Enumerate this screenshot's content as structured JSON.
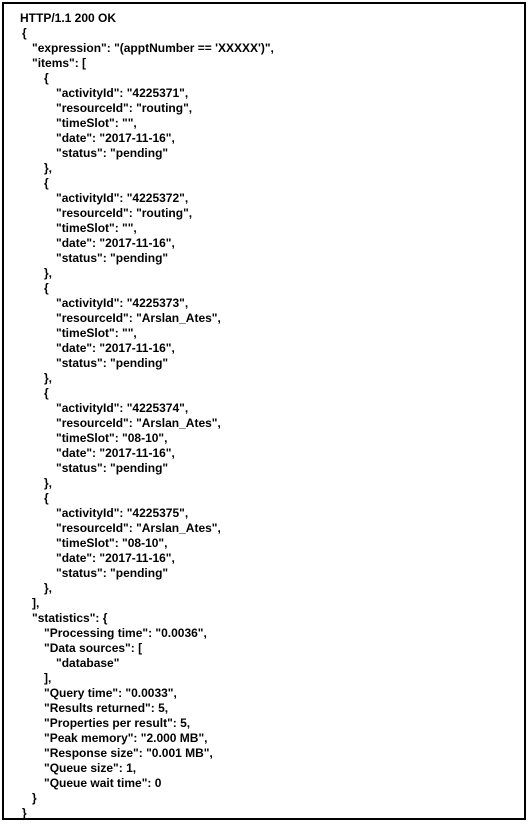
{
  "document": {
    "lines": [
      {
        "indent": 0,
        "text": "HTTP/1.1 200 OK"
      },
      {
        "indent": 1,
        "text": "{"
      },
      {
        "indent": 2,
        "text": "\"expression\": \"(apptNumber == 'XXXXX')\","
      },
      {
        "indent": 2,
        "text": "\"items\": ["
      },
      {
        "indent": 3,
        "text": "{"
      },
      {
        "indent": 4,
        "text": "\"activityId\": \"4225371\","
      },
      {
        "indent": 4,
        "text": "\"resourceId\": \"routing\","
      },
      {
        "indent": 4,
        "text": "\"timeSlot\": \"\","
      },
      {
        "indent": 4,
        "text": "\"date\": \"2017-11-16\","
      },
      {
        "indent": 4,
        "text": "\"status\": \"pending\""
      },
      {
        "indent": 3,
        "text": "},"
      },
      {
        "indent": 3,
        "text": "{"
      },
      {
        "indent": 4,
        "text": "\"activityId\": \"4225372\","
      },
      {
        "indent": 4,
        "text": "\"resourceId\": \"routing\","
      },
      {
        "indent": 4,
        "text": "\"timeSlot\": \"\","
      },
      {
        "indent": 4,
        "text": "\"date\": \"2017-11-16\","
      },
      {
        "indent": 4,
        "text": "\"status\": \"pending\""
      },
      {
        "indent": 3,
        "text": "},"
      },
      {
        "indent": 3,
        "text": "{"
      },
      {
        "indent": 4,
        "text": "\"activityId\": \"4225373\","
      },
      {
        "indent": 4,
        "text": "\"resourceId\": \"Arslan_Ates\","
      },
      {
        "indent": 4,
        "text": "\"timeSlot\": \"\","
      },
      {
        "indent": 4,
        "text": "\"date\": \"2017-11-16\","
      },
      {
        "indent": 4,
        "text": "\"status\": \"pending\""
      },
      {
        "indent": 3,
        "text": "},"
      },
      {
        "indent": 3,
        "text": "{"
      },
      {
        "indent": 4,
        "text": "\"activityId\": \"4225374\","
      },
      {
        "indent": 4,
        "text": "\"resourceId\": \"Arslan_Ates\","
      },
      {
        "indent": 4,
        "text": "\"timeSlot\": \"08-10\","
      },
      {
        "indent": 4,
        "text": "\"date\": \"2017-11-16\","
      },
      {
        "indent": 4,
        "text": "\"status\": \"pending\""
      },
      {
        "indent": 3,
        "text": "},"
      },
      {
        "indent": 3,
        "text": "{"
      },
      {
        "indent": 4,
        "text": "\"activityId\": \"4225375\","
      },
      {
        "indent": 4,
        "text": "\"resourceId\": \"Arslan_Ates\","
      },
      {
        "indent": 4,
        "text": "\"timeSlot\": \"08-10\","
      },
      {
        "indent": 4,
        "text": "\"date\": \"2017-11-16\","
      },
      {
        "indent": 4,
        "text": "\"status\": \"pending\""
      },
      {
        "indent": 3,
        "text": "},"
      },
      {
        "indent": 2,
        "text": "],"
      },
      {
        "indent": 2,
        "text": "\"statistics\": {"
      },
      {
        "indent": 3,
        "text": "\"Processing time\": \"0.0036\","
      },
      {
        "indent": 3,
        "text": "\"Data sources\": ["
      },
      {
        "indent": 4,
        "text": "\"database\""
      },
      {
        "indent": 3,
        "text": "],"
      },
      {
        "indent": 3,
        "text": "\"Query time\": \"0.0033\","
      },
      {
        "indent": 3,
        "text": "\"Results returned\": 5,"
      },
      {
        "indent": 3,
        "text": "\"Properties per result\": 5,"
      },
      {
        "indent": 3,
        "text": "\"Peak memory\": \"2.000 MB\","
      },
      {
        "indent": 3,
        "text": "\"Response size\": \"0.001 MB\","
      },
      {
        "indent": 3,
        "text": "\"Queue size\": 1,"
      },
      {
        "indent": 3,
        "text": "\"Queue wait time\": 0"
      },
      {
        "indent": 2,
        "text": "}"
      },
      {
        "indent": 1,
        "text": "}"
      }
    ]
  }
}
